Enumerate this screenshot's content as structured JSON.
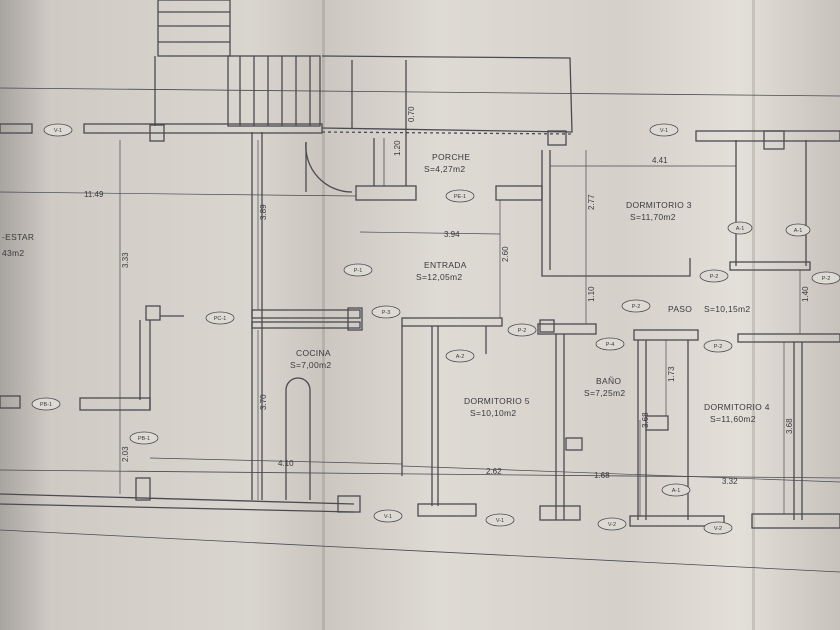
{
  "colors": {
    "paper": "#d9d5cf",
    "line": "#4a4a52"
  },
  "rooms": {
    "estar": {
      "name": "-ESTAR",
      "area": "43m2"
    },
    "porche": {
      "name": "PORCHE",
      "area": "S=4,27m2"
    },
    "entrada": {
      "name": "ENTRADA",
      "area": "S=12,05m2"
    },
    "dormitorio_3": {
      "name": "DORMITORIO 3",
      "area": "S=11,70m2"
    },
    "paso": {
      "name": "PASO",
      "area": "S=10,15m2"
    },
    "cocina": {
      "name": "COCINA",
      "area": "S=7,00m2"
    },
    "dormitorio_5": {
      "name": "DORMITORIO 5",
      "area": "S=10,10m2"
    },
    "bano": {
      "name": "BAÑO",
      "area": "S=7,25m2"
    },
    "dormitorio_4": {
      "name": "DORMITORIO 4",
      "area": "S=11,60m2"
    }
  },
  "dimensions": {
    "d_11_49": "11.49",
    "d_3_33": "3.33",
    "d_3_89": "3.89",
    "d_2_03": "2.03",
    "d_3_70": "3.70",
    "d_4_10": "4.10",
    "d_2_62": "2.62",
    "d_1_68": "1.68",
    "d_3_32": "3.32",
    "d_3_94": "3.94",
    "d_2_60": "2.60",
    "d_2_77": "2.77",
    "d_4_41": "4.41",
    "d_1_10": "1.10",
    "d_1_40": "1.40",
    "d_1_73": "1.73",
    "d_3_68a": "3.68",
    "d_3_68b": "3.68",
    "d_0_70": "0.70",
    "d_1_20": "1.20"
  },
  "tags": {
    "v1_a": "V-1",
    "v1_b": "V-1",
    "v1_c": "V-1",
    "v1_d": "V-1",
    "v2_a": "V-2",
    "v2_b": "V-2",
    "pe1": "PE-1",
    "pc1": "PC-1",
    "pb1_a": "PB-1",
    "pb1_b": "PB-1",
    "p1": "P-1",
    "p2_a": "P-2",
    "p2_b": "P-2",
    "p2_c": "P-2",
    "p2_d": "P-2",
    "p2_e": "P-2",
    "p3": "P-3",
    "p4": "P-4",
    "a1_a": "A-1",
    "a1_b": "A-1",
    "a1_c": "A-1",
    "a2": "A-2"
  }
}
